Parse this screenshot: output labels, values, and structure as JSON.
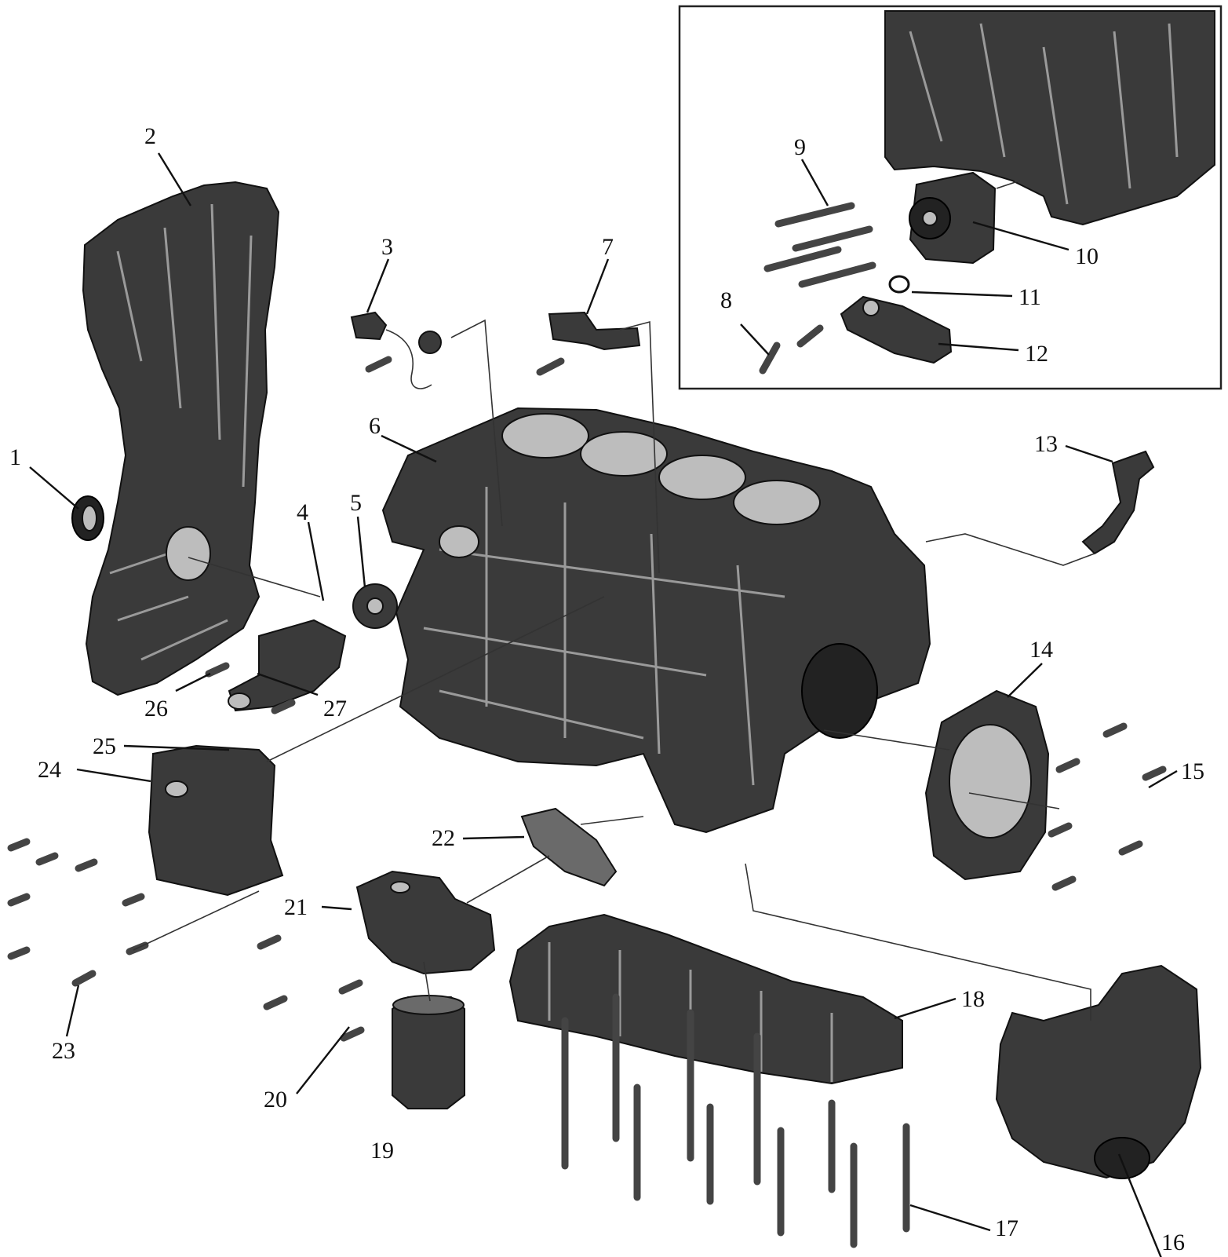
{
  "labels": [
    {
      "id": "1",
      "text": "1"
    },
    {
      "id": "2",
      "text": "2"
    },
    {
      "id": "3",
      "text": "3"
    },
    {
      "id": "4",
      "text": "4"
    },
    {
      "id": "5",
      "text": "5"
    },
    {
      "id": "6",
      "text": "6"
    },
    {
      "id": "7",
      "text": "7"
    },
    {
      "id": "8",
      "text": "8"
    },
    {
      "id": "9",
      "text": "9"
    },
    {
      "id": "10",
      "text": "10"
    },
    {
      "id": "11",
      "text": "11"
    },
    {
      "id": "12",
      "text": "12"
    },
    {
      "id": "13",
      "text": "13"
    },
    {
      "id": "14",
      "text": "14"
    },
    {
      "id": "15",
      "text": "15"
    },
    {
      "id": "16",
      "text": "16"
    },
    {
      "id": "17",
      "text": "17"
    },
    {
      "id": "18",
      "text": "18"
    },
    {
      "id": "19",
      "text": "19"
    },
    {
      "id": "20",
      "text": "20"
    },
    {
      "id": "21",
      "text": "21"
    },
    {
      "id": "22",
      "text": "22"
    },
    {
      "id": "23",
      "text": "23"
    },
    {
      "id": "24",
      "text": "24"
    },
    {
      "id": "25",
      "text": "25"
    },
    {
      "id": "26",
      "text": "26"
    },
    {
      "id": "27",
      "text": "27"
    }
  ],
  "colors": {
    "part_fill": "#3a3a3a",
    "part_highlight": "#9a9a9a",
    "line": "#111111",
    "background": "#ffffff"
  }
}
